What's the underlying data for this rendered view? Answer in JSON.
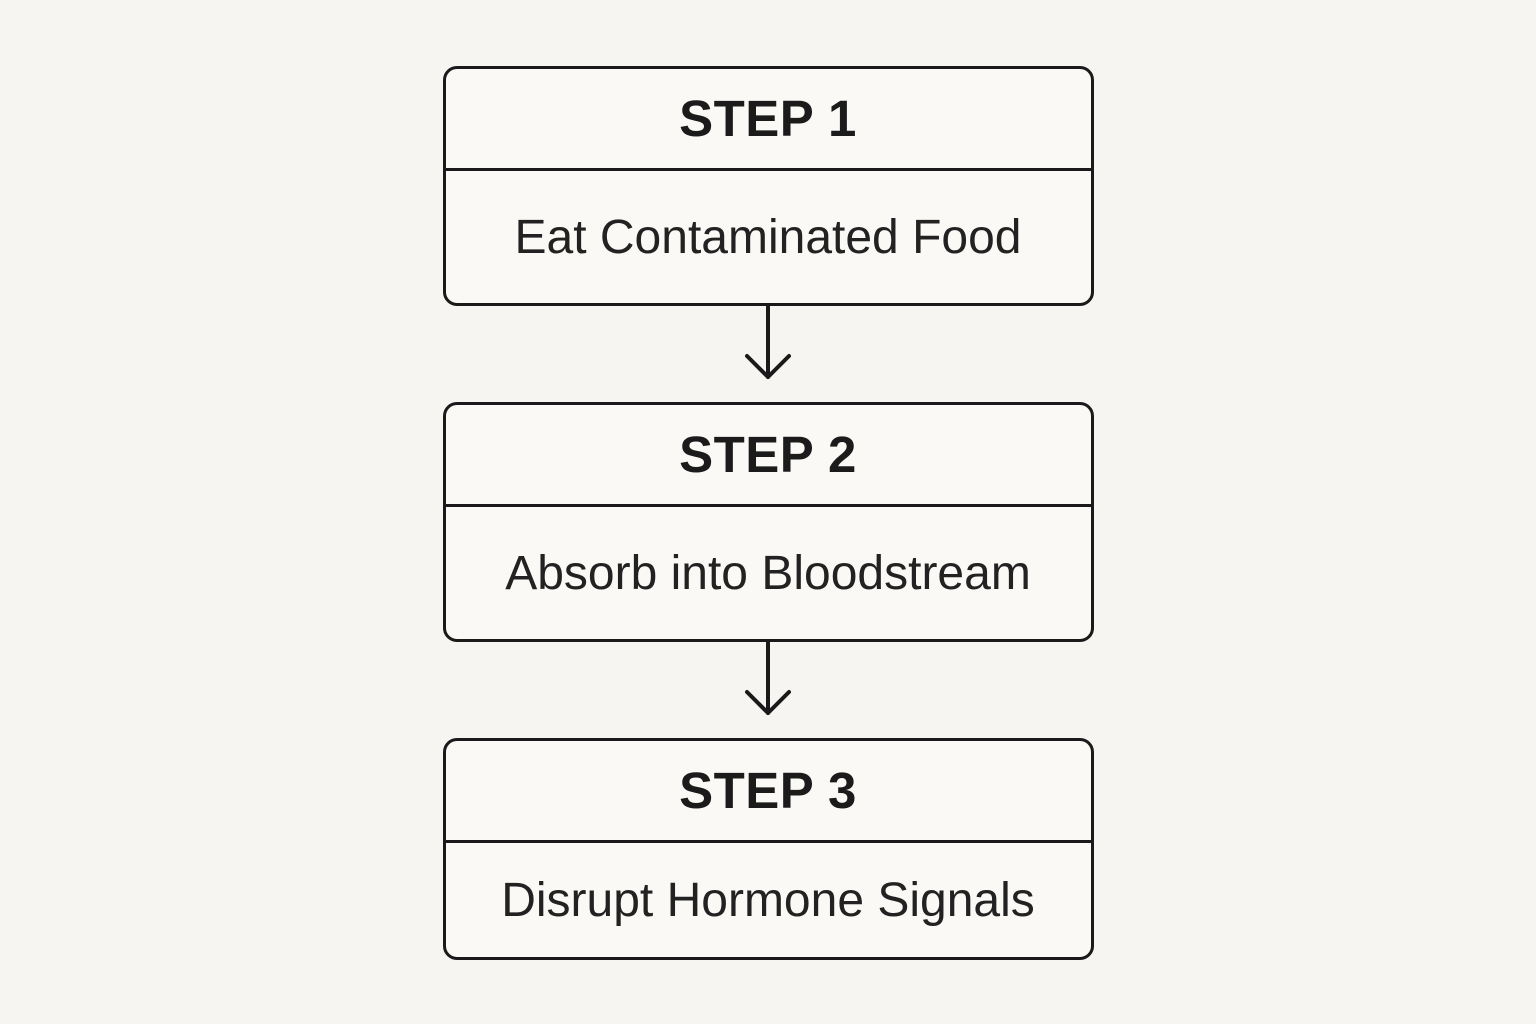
{
  "diagram": {
    "type": "flowchart",
    "direction": "top-down",
    "steps": [
      {
        "label": "STEP 1",
        "description": "Eat Contaminated Food"
      },
      {
        "label": "STEP 2",
        "description": "Absorb into Bloodstream"
      },
      {
        "label": "STEP 3",
        "description": "Disrupt Hormone Signals"
      }
    ],
    "connectors": [
      {
        "from": "STEP 1",
        "to": "STEP 2",
        "style": "arrow-down"
      },
      {
        "from": "STEP 2",
        "to": "STEP 3",
        "style": "arrow-down"
      }
    ],
    "colors": {
      "page_background": "#f6f5f2",
      "box_fill": "#faf9f6",
      "border": "#1a1a1a",
      "text": "#1b1b1b"
    }
  }
}
